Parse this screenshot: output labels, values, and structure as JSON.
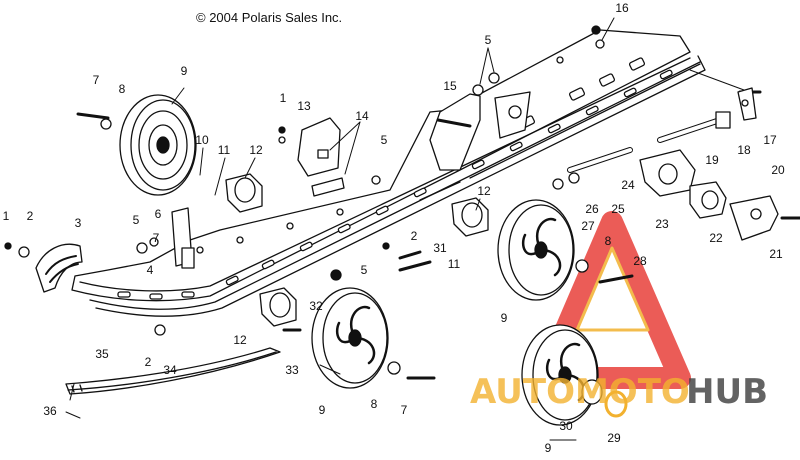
{
  "copyright": "© 2004 Polaris Sales Inc.",
  "watermark": {
    "left": "AUTOMOTO",
    "right": "HUB",
    "orange": "#f2b12f",
    "red": "#e8403a",
    "grey": "#3c3c3c"
  },
  "callouts": {
    "c1": "1",
    "c2": "2",
    "c3": "3",
    "c4": "4",
    "c5": "5",
    "c6": "6",
    "c7": "7",
    "c8": "8",
    "c9": "9",
    "c10": "10",
    "c11": "11",
    "c12": "12",
    "c13": "13",
    "c14": "14",
    "c15": "15",
    "c16": "16",
    "c17": "17",
    "c18": "18",
    "c19": "19",
    "c20": "20",
    "c21": "21",
    "c22": "22",
    "c23": "23",
    "c24": "24",
    "c25": "25",
    "c26": "26",
    "c27": "27",
    "c28": "28",
    "c29": "29",
    "c30": "30",
    "c31": "31",
    "c32": "32",
    "c33": "33",
    "c34": "34",
    "c35": "35",
    "c36": "36"
  }
}
